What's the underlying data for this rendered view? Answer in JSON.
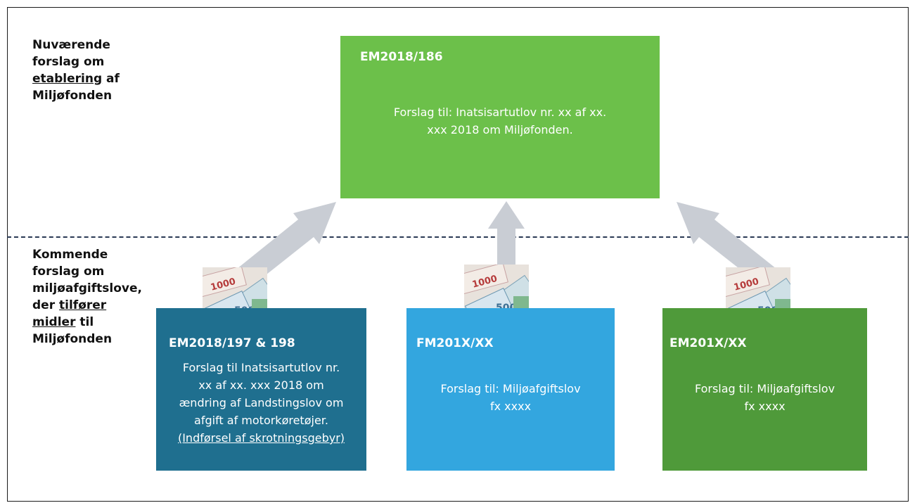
{
  "labels": {
    "current": {
      "l1": "Nuværende",
      "l2": "forslag om",
      "l3u": "etablering",
      "l3b": " af",
      "l4": "Miljøfonden"
    },
    "coming": {
      "l1": "Kommende",
      "l2": "forslag om",
      "l3": "miljøafgiftslove,",
      "l4a": "der ",
      "l4u": "tilfører",
      "l5u": "midler",
      "l5b": " til",
      "l6": "Miljøfonden"
    }
  },
  "top_box": {
    "code": "EM2018/186",
    "desc1": "Forslag til: Inatsisartutlov nr. xx af xx.",
    "desc2": "xxx 2018 om Miljøfonden.",
    "color": "#6cc04a"
  },
  "boxes": [
    {
      "code": "EM2018/197 & 198",
      "lines": [
        "Forslag til Inatsisartutlov nr.",
        "xx af xx. xxx 2018 om",
        "ændring af Landstingslov om",
        "afgift af motorkøretøjer."
      ],
      "underlined": "(Indførsel af skrotningsgebyr)",
      "color": "#1f6f8f"
    },
    {
      "code": "FM201X/XX",
      "lines": [
        "Forslag til: Miljøafgiftslov",
        "fx xxxx"
      ],
      "color": "#33a6df"
    },
    {
      "code": "EM201X/XX",
      "lines": [
        "Forslag til: Miljøafgiftslov",
        "fx xxxx"
      ],
      "color": "#4f9a3a"
    }
  ],
  "colors": {
    "arrow": "#c9cdd4",
    "divider": "#2b3a55"
  },
  "icons": [
    "money-image-icon",
    "arrow-icon"
  ]
}
